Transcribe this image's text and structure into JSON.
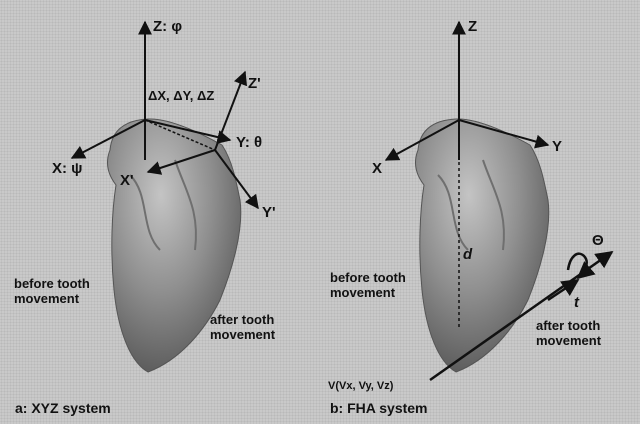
{
  "panel_a": {
    "caption": "a: XYZ system",
    "labels": {
      "z": "Z: φ",
      "delta": "ΔX, ΔY, ΔZ",
      "z_prime": "Z'",
      "y": "Y: θ",
      "x": "X: ψ",
      "x_prime": "X'",
      "y_prime": "Y'",
      "before": "before tooth\nmovement",
      "after": "after tooth\nmovement"
    }
  },
  "panel_b": {
    "caption": "b: FHA system",
    "labels": {
      "z": "Z",
      "y": "Y",
      "x": "X",
      "theta": "Θ",
      "d": "d",
      "t": "t",
      "v": "V(Vx, Vy, Vz)",
      "before": "before tooth\nmovement",
      "after": "after tooth\nmovement"
    }
  },
  "colors": {
    "background": "#c9c9c9",
    "tooth": "#8e8e8e",
    "axis": "#111111"
  }
}
